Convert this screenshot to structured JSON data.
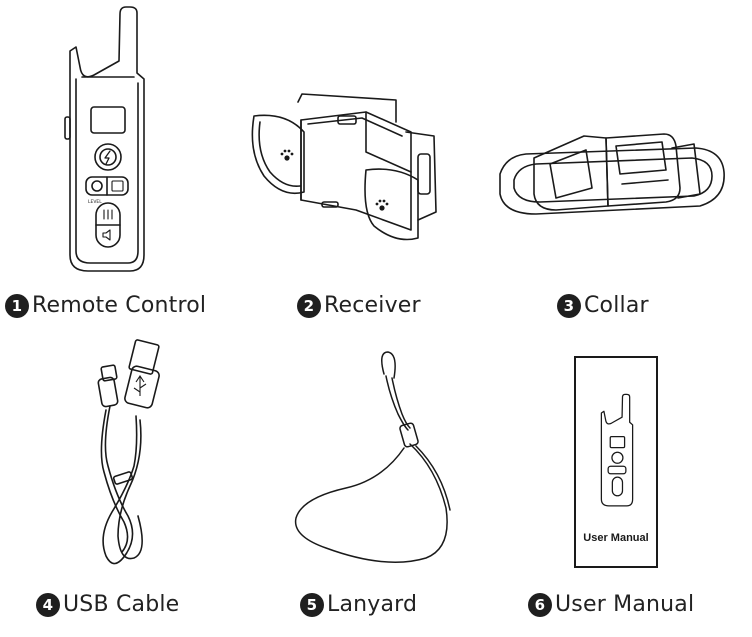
{
  "items": [
    {
      "number": "1",
      "label": "Remote Control"
    },
    {
      "number": "2",
      "label": "Receiver"
    },
    {
      "number": "3",
      "label": "Collar"
    },
    {
      "number": "4",
      "label": "USB Cable"
    },
    {
      "number": "5",
      "label": "Lanyard"
    },
    {
      "number": "6",
      "label": "User Manual"
    }
  ],
  "manual_cover": {
    "title": "User Manual"
  },
  "remote_button_text": {
    "level": "LEVEL"
  },
  "icons": [
    "lightning-icon",
    "vibration-icon",
    "sound-icon",
    "paw-icon",
    "usb-icon"
  ],
  "colors": {
    "line": "#1a1a1a",
    "badge": "#1f1f1f",
    "background": "#ffffff"
  }
}
